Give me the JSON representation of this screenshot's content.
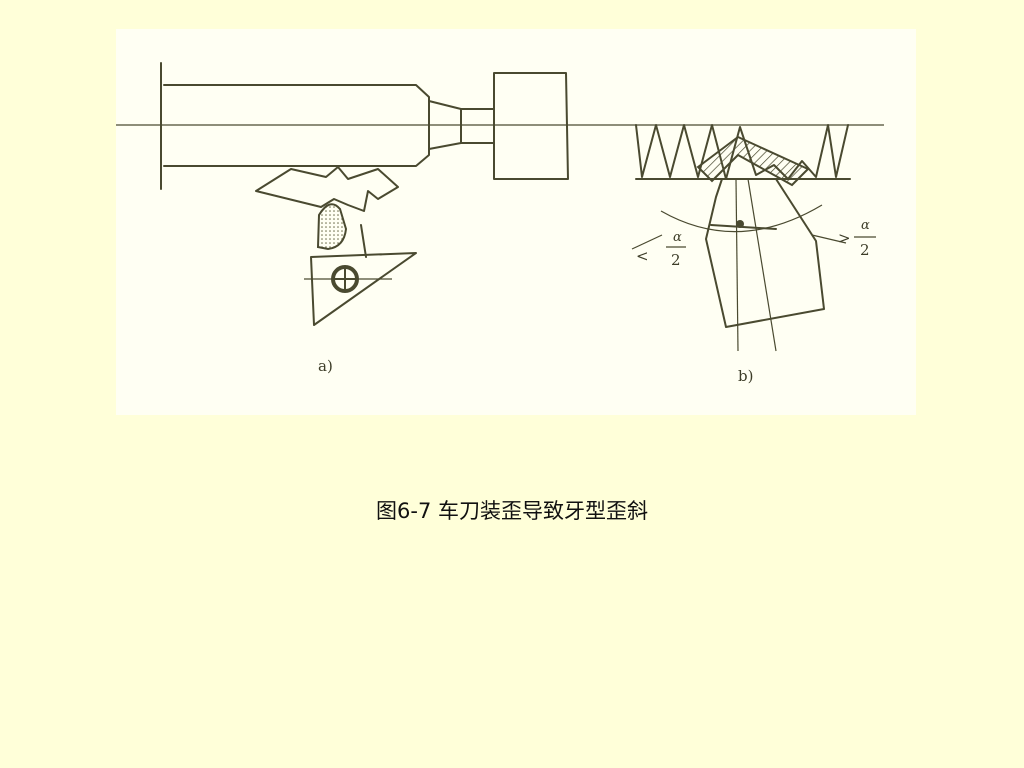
{
  "figure": {
    "label_a": "a)",
    "label_b": "b)",
    "alpha_left": "α",
    "alpha_right": "α",
    "two_left": "2",
    "two_right": "2",
    "less_than": "<",
    "greater_than": ">"
  },
  "caption": "图6-7 车刀装歪导致牙型歪斜"
}
